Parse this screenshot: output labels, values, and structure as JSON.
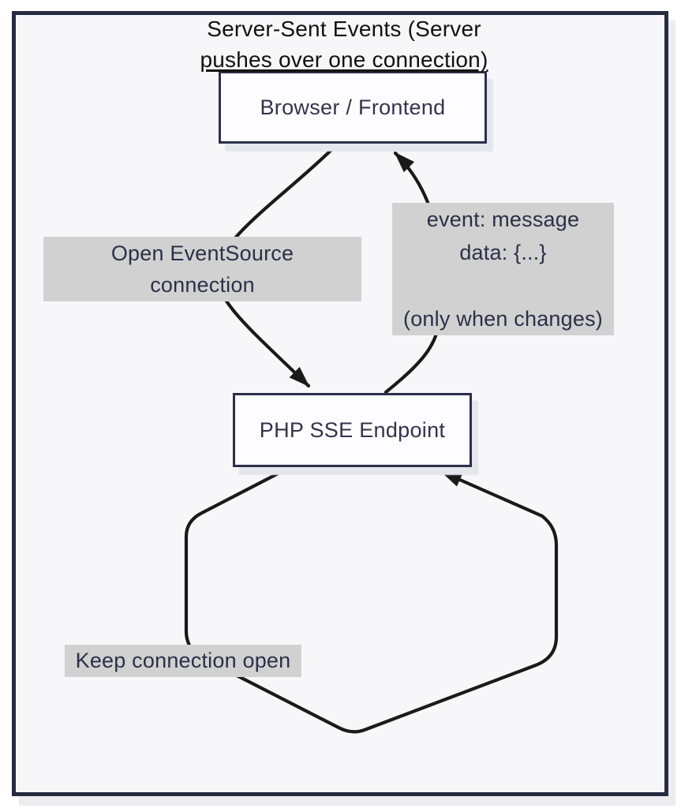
{
  "diagram": {
    "type": "flowchart",
    "title": {
      "line1": "Server-Sent Events (Server",
      "line2": "pushes over one connection)"
    },
    "nodes": [
      {
        "id": "browser",
        "label": "Browser / Frontend"
      },
      {
        "id": "php",
        "label": "PHP SSE Endpoint"
      }
    ],
    "edges": [
      {
        "id": "open-eventsource",
        "from": "browser",
        "to": "php",
        "label_lines": [
          "Open EventSource",
          "connection"
        ]
      },
      {
        "id": "event-message",
        "from": "php",
        "to": "browser",
        "label_lines": [
          "event: message",
          "data: {...}",
          "",
          "(only when changes)"
        ]
      },
      {
        "id": "keep-open",
        "from": "php",
        "to": "php",
        "label_lines": [
          "Keep connection open"
        ]
      }
    ],
    "colors": {
      "page_bg": "#ffffff",
      "frame_border": "#262b40",
      "frame_bg": "#f7f7fa",
      "frame_shadow": "#ececf0",
      "node_border": "#2b2f4a",
      "node_bg": "#fdfdff",
      "node_text": "#33334d",
      "node_shadow": "#e5e5ec",
      "edge_label_bg": "#d1d1d1",
      "edge_label_text": "#2e2e48",
      "arrow": "#1a1a1a",
      "title_text": "#111111"
    }
  }
}
